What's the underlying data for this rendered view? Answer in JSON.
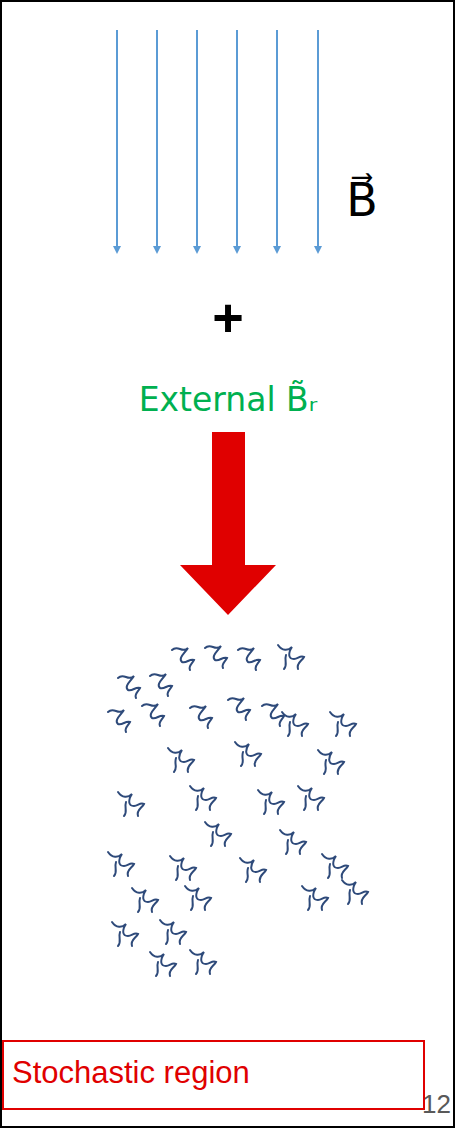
{
  "diagram": {
    "nodes": [
      {
        "text": [
          "Stochastic region"
        ]
      }
    ],
    "labels": [
      "B⃗",
      "+",
      "External B̃ᵣ",
      "12"
    ]
  }
}
